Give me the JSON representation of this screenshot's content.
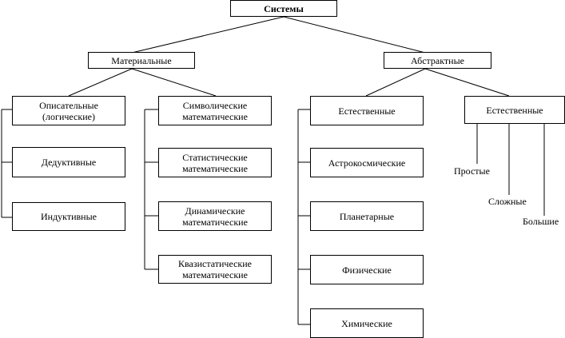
{
  "root": "Системы",
  "material": {
    "label": "Материальные",
    "left_column": [
      "Описательные\n(логические)",
      "Дедуктивные",
      "Индуктивные"
    ],
    "right_column": [
      "Символические\nматематические",
      "Статистические\nматематические",
      "Динамические\nматематические",
      "Квазистатические\nматематические"
    ]
  },
  "abstract": {
    "label": "Абстрактные",
    "left_column": [
      "Естественные",
      "Астрокосмические",
      "Планетарные",
      "Физические",
      "Химические"
    ],
    "right_box": "Естественные",
    "right_leaves": [
      "Простые",
      "Сложные",
      "Большие"
    ]
  }
}
